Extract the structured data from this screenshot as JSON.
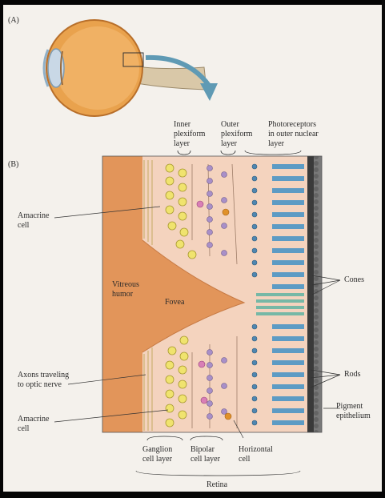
{
  "panels": {
    "a": "(A)",
    "b": "(B)"
  },
  "labels": {
    "inner_plexiform": "Inner\nplexiform\nlayer",
    "outer_plexiform": "Outer\nplexiform\nlayer",
    "photoreceptors": "Photoreceptors\nin outer nuclear\nlayer",
    "amacrine_top": "Amacrine\ncell",
    "vitreous": "Vitreous\nhumor",
    "fovea": "Fovea",
    "cones": "Cones",
    "axons": "Axons traveling\nto optic nerve",
    "rods": "Rods",
    "pigment": "Pigment\nepithelium",
    "amacrine_bottom": "Amacrine\ncell",
    "ganglion": "Ganglion\ncell layer",
    "bipolar": "Bipolar\ncell layer",
    "horizontal": "Horizontal\ncell",
    "retina": "Retina"
  }
}
